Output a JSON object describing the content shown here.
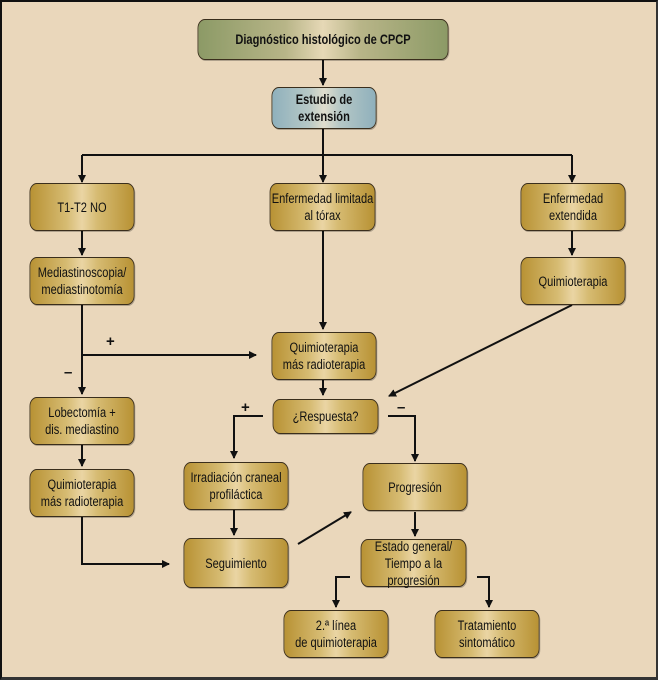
{
  "diagram": {
    "nodes": {
      "diagnostico": "Diagnóstico histológico de CPCP",
      "estudio": "Estudio de extensión",
      "t1t2": "T1-T2 NO",
      "limitada": "Enfermedad limitada\nal tórax",
      "extendida": "Enfermedad extendida",
      "mediastinoscopia": "Mediastinoscopia/\nmediastinotomía",
      "quimio_ext": "Quimioterapia",
      "quimio_radio_center": "Quimioterapia\nmás radioterapia",
      "respuesta": "¿Respuesta?",
      "lobectomia": "Lobectomía +\ndis. mediastino",
      "irradiacion": "Irradiación craneal\nprofiláctica",
      "progresion": "Progresión",
      "quimio_radio_left": "Quimioterapia\nmás radioterapia",
      "seguimiento": "Seguimiento",
      "estado": "Estado general/\nTiempo a la progresión",
      "segunda_linea": "2.ª línea\nde quimioterapia",
      "tratamiento": "Tratamiento\nsintomático"
    },
    "branch_labels": {
      "mediastino_positive": "+",
      "mediastino_negative": "–",
      "respuesta_positive": "+",
      "respuesta_negative": "–"
    },
    "colors": {
      "background": "#ead7bb",
      "gold_box": "#c9a24a",
      "green_box": "#9aa56f",
      "blue_box": "#9fbcc6",
      "line": "#111111"
    }
  }
}
